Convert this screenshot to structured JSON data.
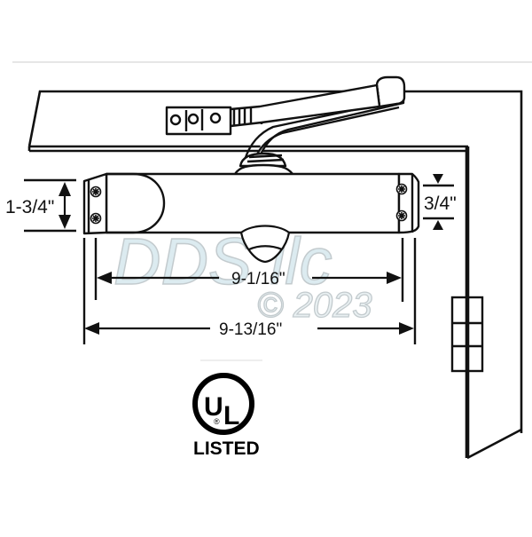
{
  "diagram": {
    "subject": "Door closer with parallel arm – dimension drawing",
    "dimensions": {
      "body_height": "1-3/4\"",
      "end_cap_height": "3/4\"",
      "body_length": "9-1/16\"",
      "overall_length": "9-13/16\""
    },
    "certification": {
      "mark_letters_u": "U",
      "mark_letters_l": "L",
      "registered": "®",
      "label": "LISTED"
    },
    "watermark": {
      "brand": "DDS llc",
      "copyright": "© 2023"
    },
    "colors": {
      "line": "#111111",
      "background": "#ffffff",
      "watermark_fill": "#d6e8ee",
      "watermark_stroke": "#b9c2c6",
      "separator": "#e6e6e6"
    }
  }
}
